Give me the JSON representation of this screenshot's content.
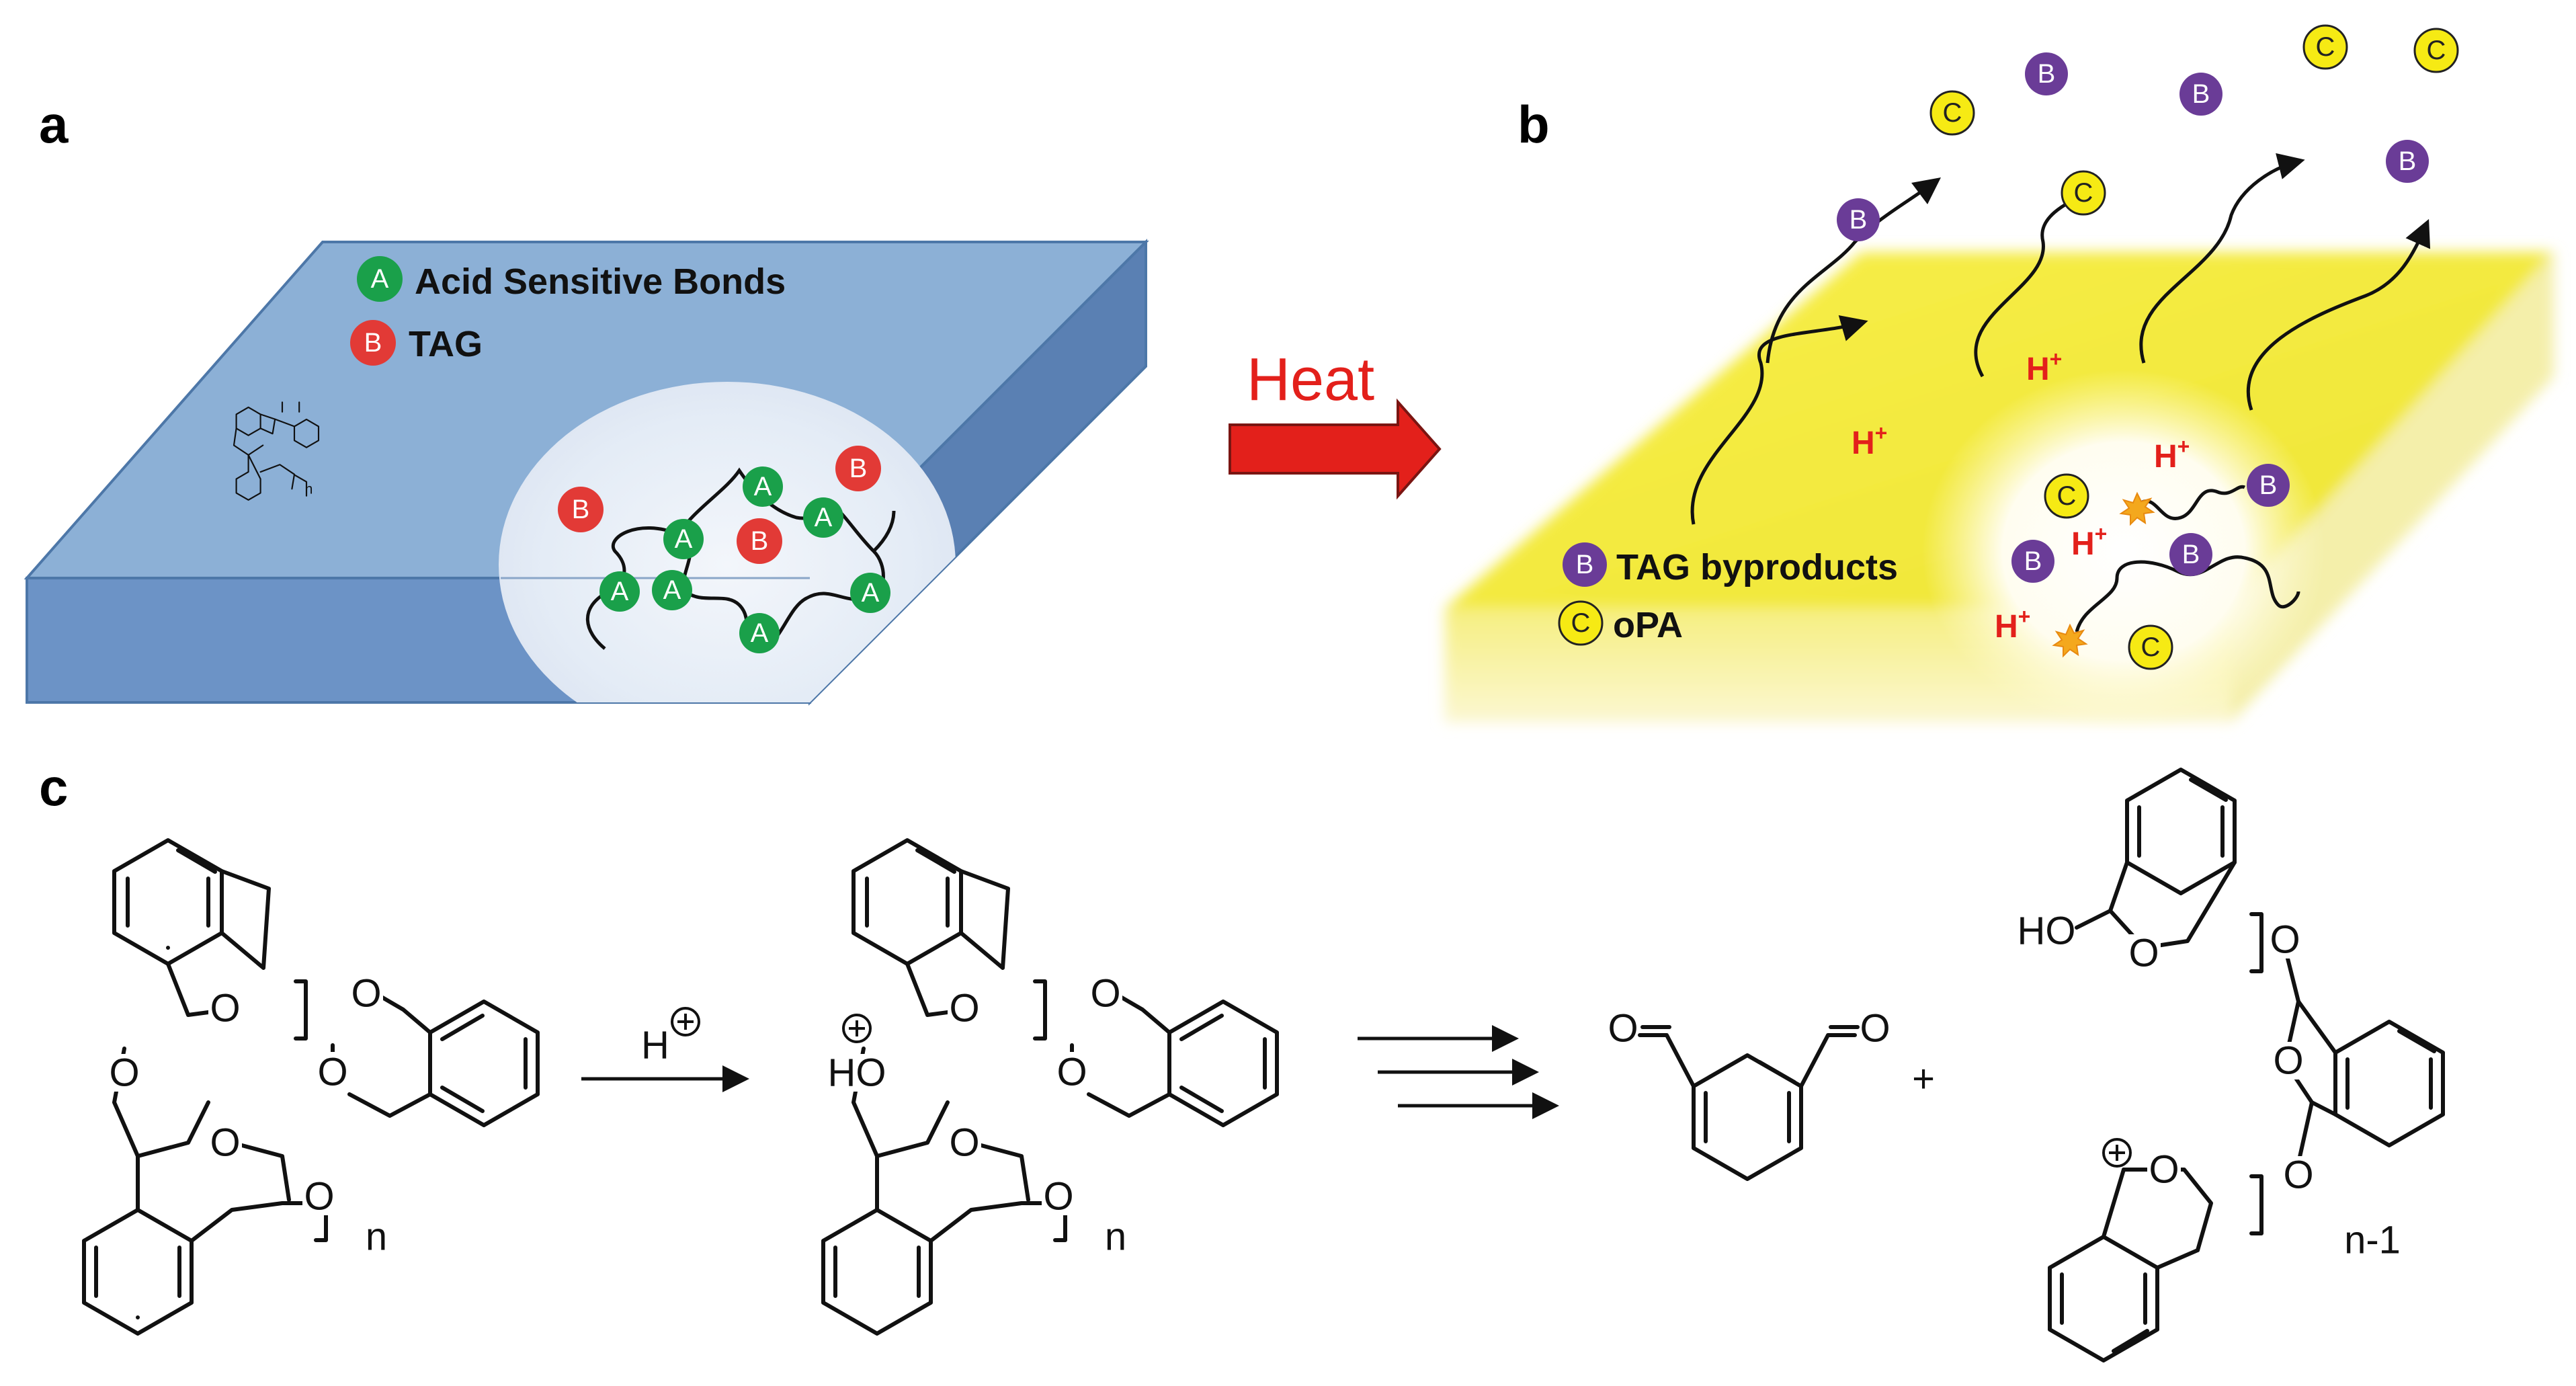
{
  "panels": {
    "a": {
      "letter": "a",
      "legend": {
        "a_symbol": "A",
        "a_label": "Acid  Sensitive Bonds",
        "b_symbol": "B",
        "b_label": "TAG"
      },
      "small_polymer_n": "n"
    },
    "arrow": {
      "label": "Heat"
    },
    "b": {
      "letter": "b",
      "legend": {
        "b_symbol": "B",
        "b_label": "TAG byproducts",
        "c_symbol": "C",
        "c_label": "oPA"
      },
      "proton_base": "H",
      "proton_sup": "+"
    },
    "c": {
      "letter": "c",
      "acid": "H",
      "oxygen": "O",
      "hydroxyl": "HO",
      "plus_sign": "+",
      "repeat_n": "n",
      "repeat_n_minus_1": "n-1"
    }
  },
  "colors": {
    "film_blue_top": "#8cb0d6",
    "film_blue_front": "#6c93c6",
    "film_yellow": "#f2ea3c",
    "green_bond": "#1aa04a",
    "red_tag": "#e23a36",
    "purple_byproduct": "#6a3c97",
    "yellow_opa": "#f6ea14",
    "heat_arrow": "#e3201b"
  }
}
